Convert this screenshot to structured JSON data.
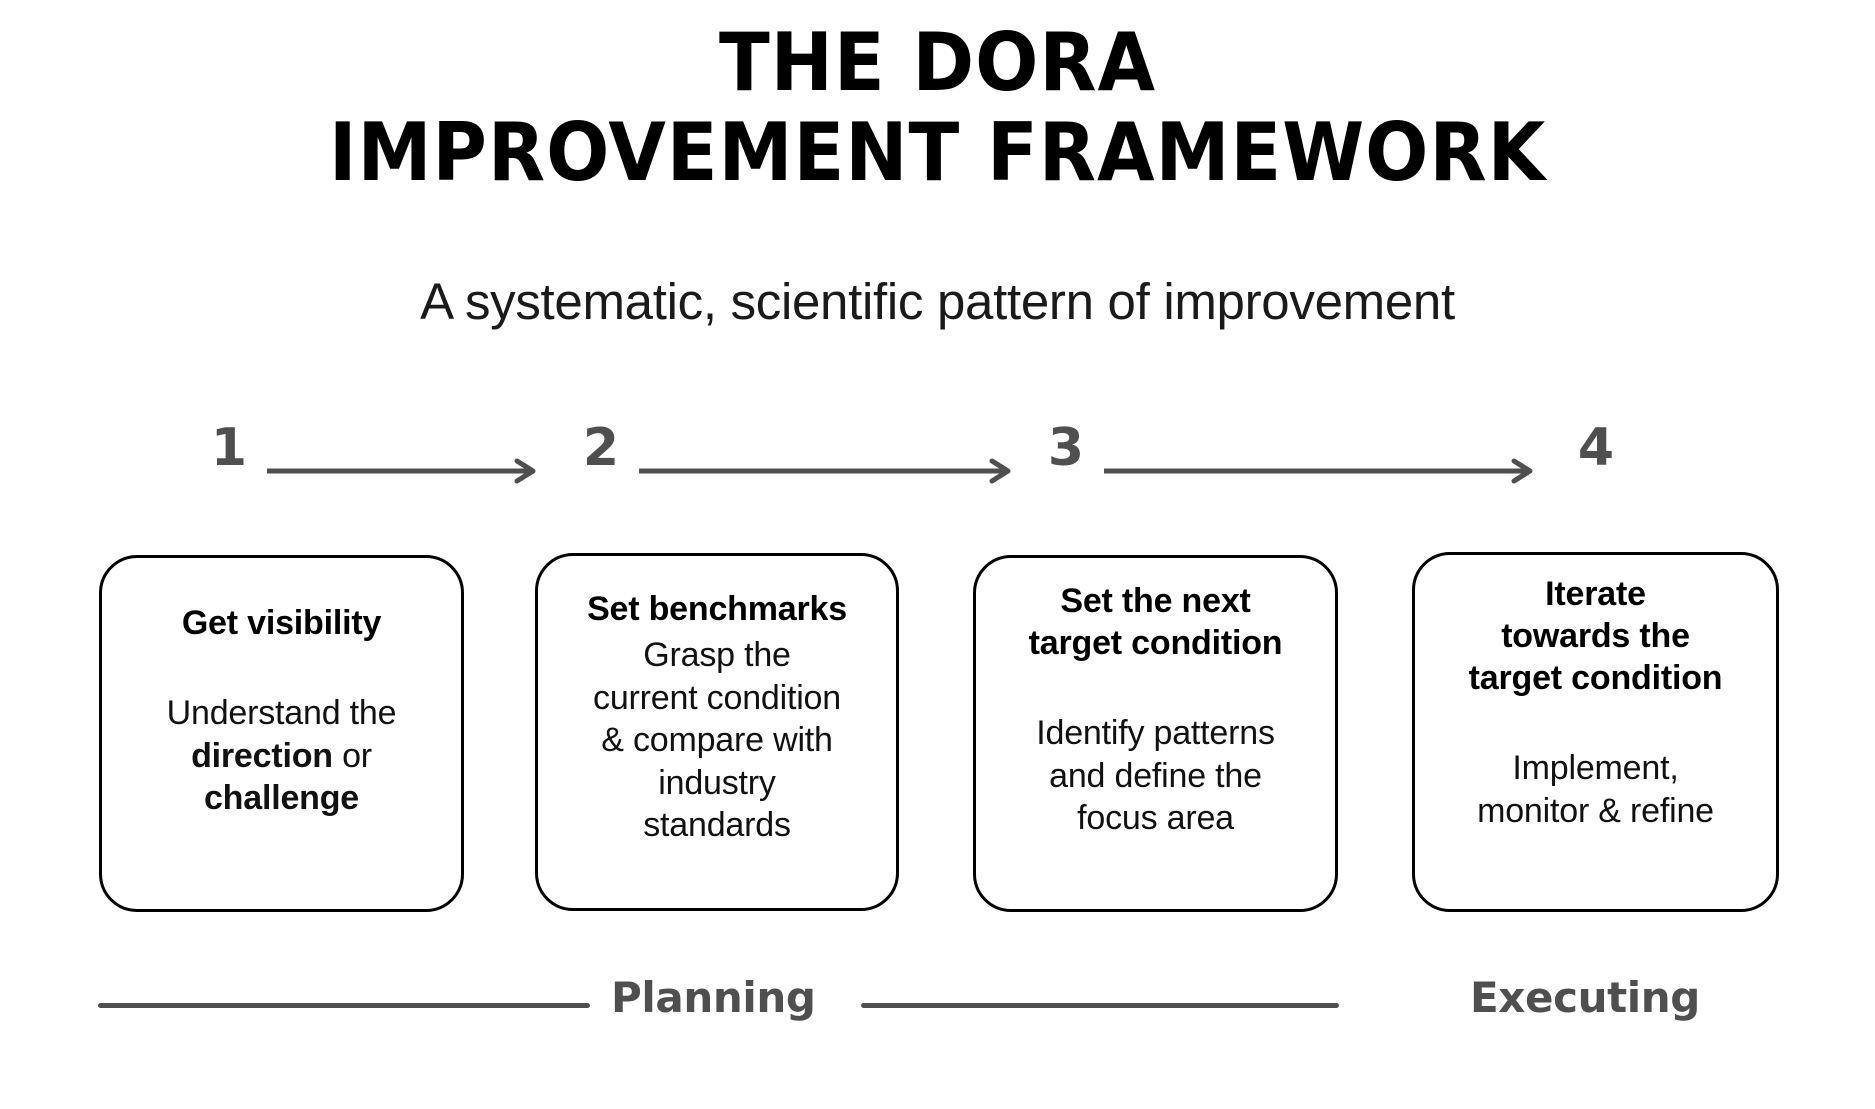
{
  "title": {
    "line1": "THE DORA",
    "line2": "IMPROVEMENT FRAMEWORK"
  },
  "subtitle": "A systematic, scientific pattern of improvement",
  "steps": [
    {
      "number": "1"
    },
    {
      "number": "2"
    },
    {
      "number": "3"
    },
    {
      "number": "4"
    }
  ],
  "cards": [
    {
      "heading": "Get visibility",
      "body_pre": "Understand the\n",
      "body_bold1": "direction",
      "body_mid": " or\n",
      "body_bold2": "challenge",
      "body_post": ""
    },
    {
      "heading": "Set benchmarks",
      "body": "Grasp the\ncurrent condition\n& compare with\nindustry\nstandards"
    },
    {
      "heading": "Set the next\ntarget condition",
      "body": "Identify patterns\nand define the\nfocus area"
    },
    {
      "heading": "Iterate\ntowards the\ntarget condition",
      "body": "Implement,\nmonitor & refine"
    }
  ],
  "phases": {
    "planning": "Planning",
    "executing": "Executing"
  },
  "colors": {
    "ink": "#000000",
    "gray": "#4f4f4f",
    "background": "#ffffff"
  }
}
